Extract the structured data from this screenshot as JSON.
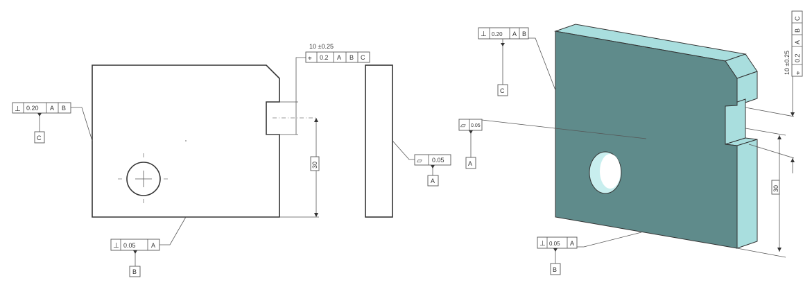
{
  "colors": {
    "front_face": "#5f8b8b",
    "side_face": "#a9dede",
    "line": "#333333"
  },
  "front_view": {
    "perpendicularity_left": {
      "symbol": "⊥",
      "tolerance": "0.20",
      "datums": [
        "A",
        "B"
      ],
      "datum_label": "C"
    },
    "perpendicularity_bottom": {
      "symbol": "⊥",
      "tolerance": "0.05",
      "datums": [
        "A"
      ],
      "datum_label": "B"
    },
    "position_slot": {
      "size": "10 ±0.25",
      "symbol": "⌖",
      "tolerance": "0.2",
      "datums": [
        "A",
        "B",
        "C"
      ]
    },
    "dimension": "30"
  },
  "side_view": {
    "flatness": {
      "symbol": "▱",
      "tolerance": "0.05",
      "datum_label": "A"
    }
  },
  "iso_view": {
    "perpendicularity_left": {
      "symbol": "⊥",
      "tolerance": "0.20",
      "datums": [
        "A",
        "B"
      ],
      "datum_label": "C"
    },
    "flatness": {
      "symbol": "▱",
      "tolerance": "0.05",
      "datum_label": "A"
    },
    "perpendicularity_bottom": {
      "symbol": "⊥",
      "tolerance": "0.05",
      "datums": [
        "A"
      ],
      "datum_label": "B"
    },
    "position_slot": {
      "size": "10 ±0.25",
      "symbol": "⌖",
      "tolerance": "0.2",
      "datums": [
        "A",
        "B",
        "C"
      ]
    },
    "dimension": "30"
  }
}
